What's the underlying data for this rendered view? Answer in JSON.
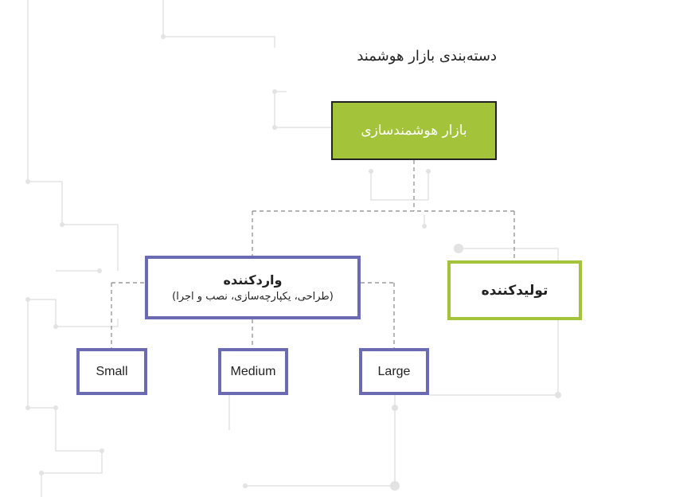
{
  "title": "دسته‌بندی بازار هوشمند",
  "root": {
    "label": "بازار هوشمندسازی"
  },
  "integrator": {
    "label": "واردکننده",
    "detail": "(طراحی، یکپارچه‌سازی، نصب و اجرا)"
  },
  "producer": {
    "label": "تولیدکننده"
  },
  "sizes": {
    "small": "Small",
    "medium": "Medium",
    "large": "Large"
  },
  "colors": {
    "green": "#a2c33a",
    "purple": "#6b6bb3",
    "connector": "#888888",
    "circuit": "#e3e3e3"
  }
}
